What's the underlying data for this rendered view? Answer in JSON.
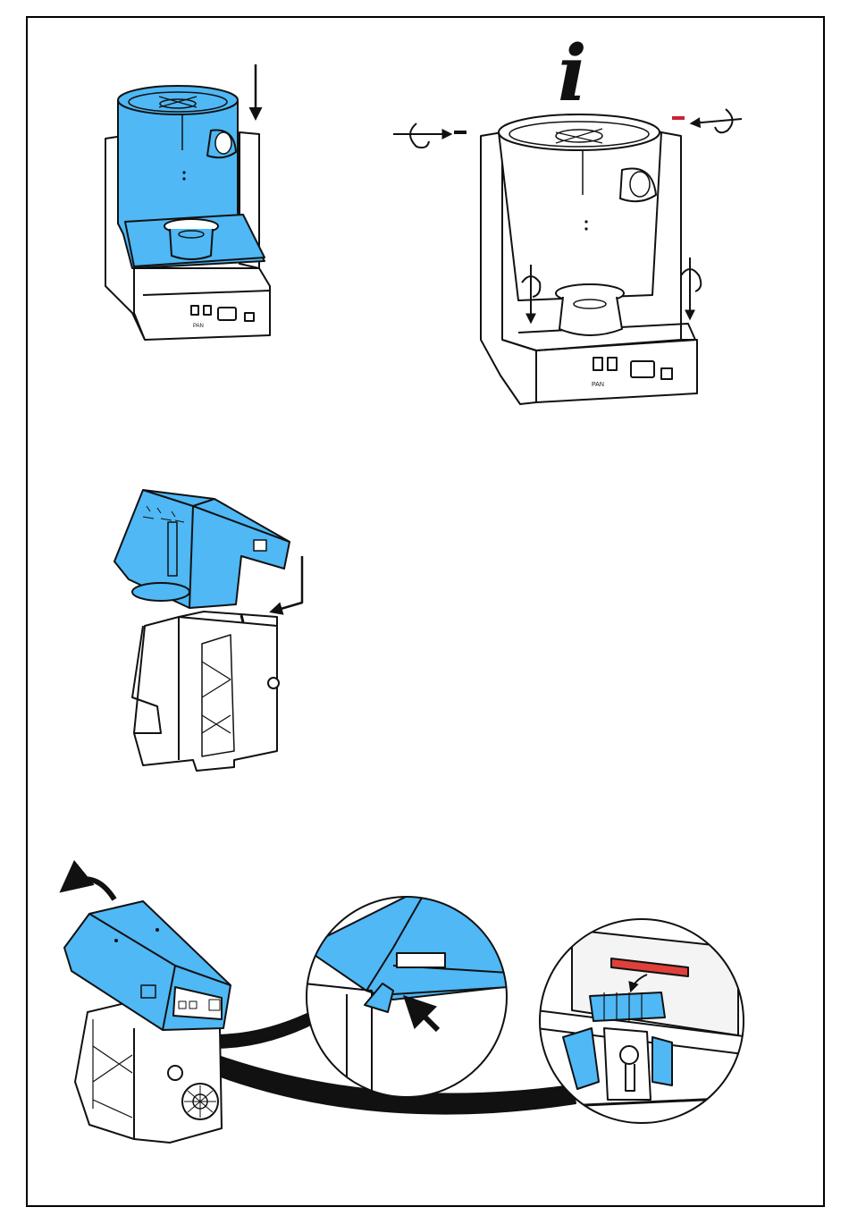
{
  "colors": {
    "accent_blue": "#4fb8f5",
    "stroke": "#111111",
    "paper": "#ffffff",
    "panel_grey": "#f4f4f4",
    "warning_red": "#e0403a"
  },
  "icons": {
    "info": "info-icon",
    "arrow_down": "arrow-down-icon",
    "rotate": "rotate-screw-icon",
    "curved_arrow": "curved-arrow-icon",
    "magnifier": "detail-magnifier"
  },
  "info_glyph": "i",
  "back_panel_label": "PAN"
}
